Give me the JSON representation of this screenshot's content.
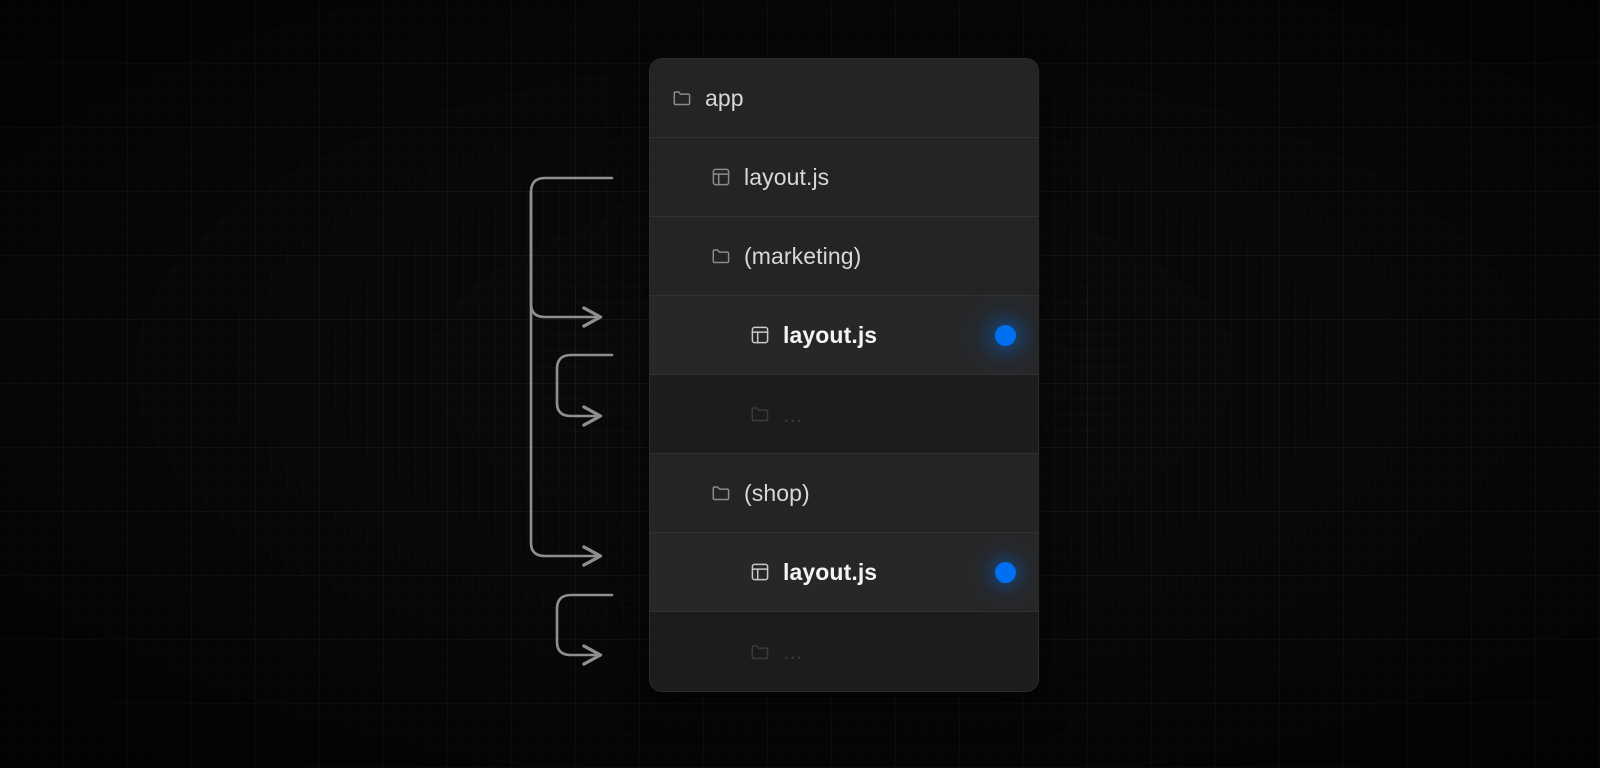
{
  "canvas": {
    "background_color": "#0b0b0b",
    "grid_line_color": "#1e1e1e",
    "accent_color": "#0070f3",
    "connector_color": "#8f8f8f"
  },
  "file_tree": {
    "card_background": "#242424",
    "rows": [
      {
        "label": "app",
        "icon": "folder-icon",
        "depth": 0,
        "tone": "normal",
        "has_dot": false
      },
      {
        "label": "layout.js",
        "icon": "layout-panel-icon",
        "depth": 1,
        "tone": "normal",
        "has_dot": false
      },
      {
        "label": "(marketing)",
        "icon": "folder-icon",
        "depth": 1,
        "tone": "normal",
        "has_dot": false
      },
      {
        "label": "layout.js",
        "icon": "layout-panel-icon",
        "depth": 2,
        "tone": "active",
        "has_dot": true
      },
      {
        "label": "...",
        "icon": "folder-icon",
        "depth": 2,
        "tone": "muted",
        "has_dot": false
      },
      {
        "label": "(shop)",
        "icon": "folder-icon",
        "depth": 1,
        "tone": "normal",
        "has_dot": false
      },
      {
        "label": "layout.js",
        "icon": "layout-panel-icon",
        "depth": 2,
        "tone": "active",
        "has_dot": true
      },
      {
        "label": "...",
        "icon": "folder-icon",
        "depth": 2,
        "tone": "muted",
        "has_dot": false
      }
    ]
  },
  "connectors": [
    {
      "name": "root-layout-to-marketing-layout",
      "from_row": "layout.js (app)",
      "to_row": "layout.js (marketing)"
    },
    {
      "name": "marketing-layout-to-marketing-children",
      "from_row": "layout.js (marketing)",
      "to_row": "... (marketing)"
    },
    {
      "name": "root-layout-to-shop-layout",
      "from_row": "layout.js (app)",
      "to_row": "layout.js (shop)"
    },
    {
      "name": "shop-layout-to-shop-children",
      "from_row": "layout.js (shop)",
      "to_row": "... (shop)"
    }
  ]
}
